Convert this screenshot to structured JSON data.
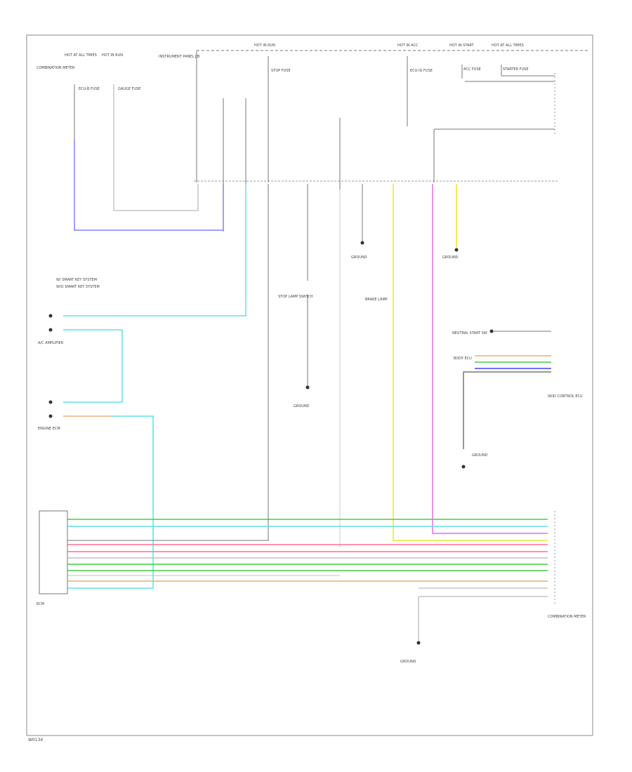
{
  "diagram": {
    "footer_code": "W0134",
    "labels": {
      "hot_ig_1": "HOT AT ALL TIMES",
      "hot_ig_2": "HOT IN RUN",
      "hot_run": "HOT IN RUN",
      "hot_acc": "HOT IN ACC",
      "hot_start": "HOT IN START",
      "hot_off": "HOT AT ALL TIMES",
      "combo_meter_left": "COMBINATION METER",
      "instrument_panel": "INSTRUMENT PANEL J/B",
      "fuse_left_1": "ECU-B FUSE",
      "fuse_left_2": "GAUGE FUSE",
      "fuse_mid": "STOP FUSE",
      "fuse_right_1": "ECU-IG FUSE",
      "fuse_right_2": "ACC FUSE",
      "fuse_right_3": "STARTER FUSE",
      "ground_mid": "GROUND",
      "ground_right": "GROUND",
      "legend_1": "W/ SMART KEY SYSTEM",
      "legend_2": "W/O SMART KEY SYSTEM",
      "left_block_1": "A/C AMPLIFIER",
      "left_block_2": "ENGINE ECM",
      "center_block_1": "STOP LAMP SWITCH",
      "center_block_2": "BRAKE LAMP",
      "center_block_3": "GROUND",
      "right_block_1": "NEUTRAL START SW",
      "right_block_2": "BODY ECU",
      "right_block_3": "SKID CONTROL ECU",
      "right_block_4": "GROUND",
      "left_ecu": "ECM",
      "right_ecu": "COMBINATION METER",
      "bottom_ground": "GROUND"
    },
    "wire_colors": {
      "blue": "#8080ff",
      "cyan": "#5fe0e8",
      "yellow": "#e8e830",
      "magenta": "#e070e0",
      "green": "#40d040",
      "pink": "#ff7090",
      "orange": "#e8b070",
      "lightgray": "#c0c0c0",
      "gray": "#7a7a7a"
    }
  }
}
